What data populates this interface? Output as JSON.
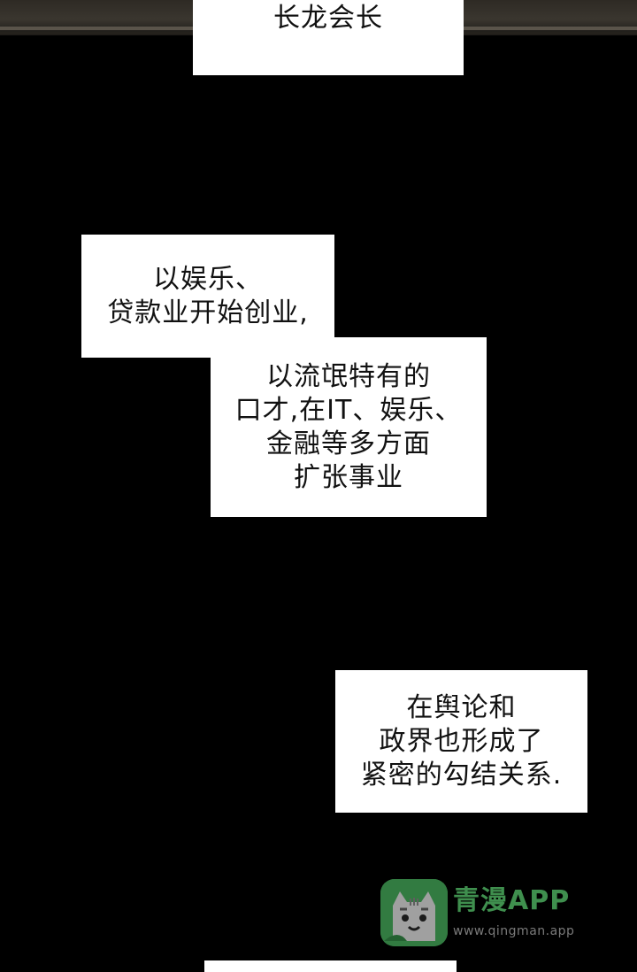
{
  "boxes": [
    {
      "lines": [
        "长龙会长"
      ]
    },
    {
      "lines": [
        "以娱乐、",
        "贷款业开始创业,"
      ]
    },
    {
      "lines": [
        "以流氓特有的",
        "口才,在IT、娱乐、",
        "金融等多方面",
        "扩张事业"
      ]
    },
    {
      "lines": [
        "在舆论和",
        "政界也形成了",
        "紧密的勾结关系."
      ]
    }
  ],
  "watermark": {
    "title": "青漫APP",
    "url": "www.qingman.app",
    "logo_icon": "cat-face-icon",
    "color": "#4aa85c"
  }
}
